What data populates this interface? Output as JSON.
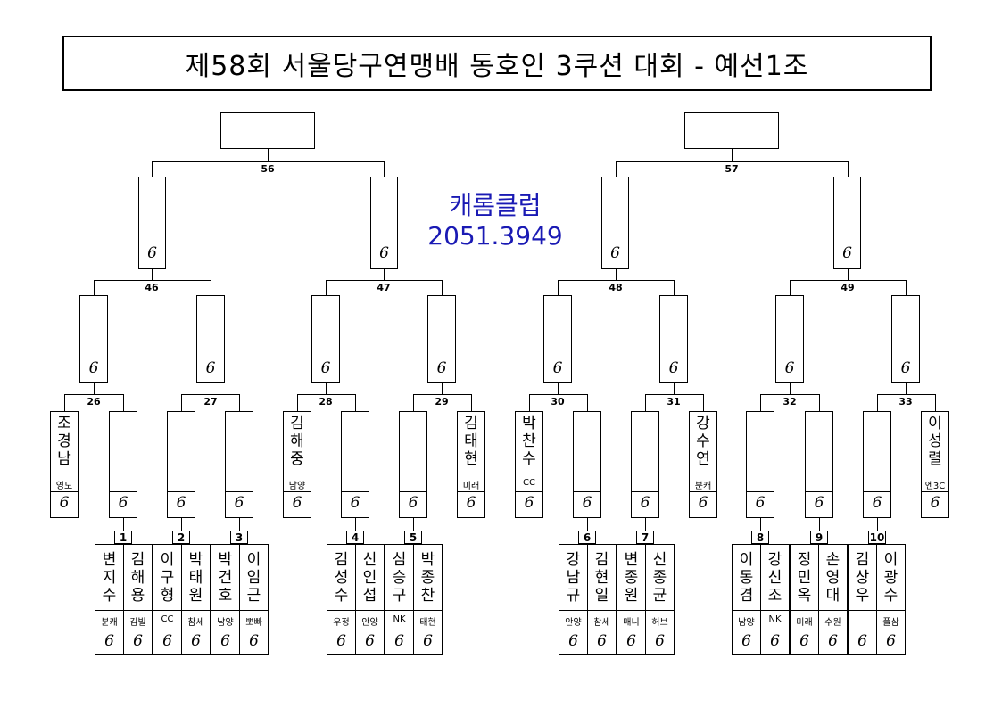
{
  "title": "제58회 서울당구연맹배 동호인 3쿠션 대회 - 예선1조",
  "sponsor": {
    "name": "캐롬클럽",
    "code": "2051.3949"
  },
  "seed_mark": "6",
  "match_numbers": {
    "m1": "1",
    "m2": "2",
    "m3": "3",
    "m4": "4",
    "m5": "5",
    "m7": "7",
    "m6": "6",
    "m8": "8",
    "m9": "9",
    "m10": "10",
    "m26": "26",
    "m27": "27",
    "m28": "28",
    "m29": "29",
    "m30": "30",
    "m31": "31",
    "m32": "32",
    "m33": "33",
    "m46": "46",
    "m47": "47",
    "m48": "48",
    "m49": "49",
    "m56": "56",
    "m57": "57"
  },
  "seeded_players": [
    {
      "name": "조경남",
      "club": "영도"
    },
    {
      "name": "김해중",
      "club": "남양"
    },
    {
      "name": "김태현",
      "club": "미래"
    },
    {
      "name": "박찬수",
      "club": "CC"
    },
    {
      "name": "강수연",
      "club": "분캐"
    },
    {
      "name": "이성렬",
      "club": "엔3C"
    }
  ],
  "first_round": [
    {
      "name": "변지수",
      "club": "분캐"
    },
    {
      "name": "김해용",
      "club": "김빌"
    },
    {
      "name": "이구형",
      "club": "CC"
    },
    {
      "name": "박태원",
      "club": "참세"
    },
    {
      "name": "박건호",
      "club": "남양"
    },
    {
      "name": "이임근",
      "club": "뽀빠"
    },
    {
      "name": "김성수",
      "club": "우정"
    },
    {
      "name": "신인섭",
      "club": "안양"
    },
    {
      "name": "심승구",
      "club": "NK"
    },
    {
      "name": "박종찬",
      "club": "태현"
    },
    {
      "name": "강남규",
      "club": "안양"
    },
    {
      "name": "김현일",
      "club": "참세"
    },
    {
      "name": "변종원",
      "club": "매니"
    },
    {
      "name": "신종균",
      "club": "허브"
    },
    {
      "name": "이동겸",
      "club": "남양"
    },
    {
      "name": "강신조",
      "club": "NK"
    },
    {
      "name": "정민옥",
      "club": "미래"
    },
    {
      "name": "손영대",
      "club": "수원"
    },
    {
      "name": "김상우",
      "club": ""
    },
    {
      "name": "이광수",
      "club": "풀삼"
    }
  ]
}
